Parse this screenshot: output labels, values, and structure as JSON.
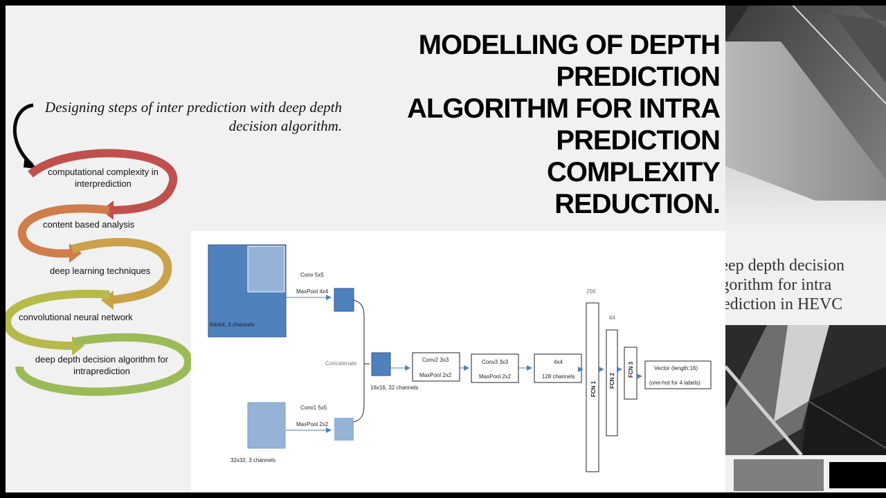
{
  "title": "MODELLING OF DEPTH\nPREDICTION\nALGORITHM FOR INTRA\nPREDICTION\nCOMPLEXITY\nREDUCTION.",
  "subtitle": "Designing steps of inter prediction with deep depth decision algorithm.",
  "caption": "Deep depth decision algorithm for intra prediction in HEVC",
  "steps": [
    {
      "label1": "computational complexity in",
      "label2": "interprediction",
      "color": "#c0504d"
    },
    {
      "label1": "content based analysis",
      "label2": "",
      "color": "#cf7d4a"
    },
    {
      "label1": "deep learning techniques",
      "label2": "",
      "color": "#c9a24a"
    },
    {
      "label1": "convolutional neural network",
      "label2": "",
      "color": "#b7b94b"
    },
    {
      "label1": "deep depth decision algorithm for",
      "label2": "intraprediction",
      "color": "#9bbb59"
    }
  ],
  "diagram": {
    "input1": "64x64, 3 channels",
    "input2": "32x32, 3 channels",
    "conv5": "Conv 5x5",
    "maxpool4": "MaxPool 4x4",
    "conv1": "Conv1 5x5",
    "maxpool2": "MaxPool 2x2",
    "concat": "Concatenate",
    "merged": "16x16, 32 channels",
    "conv2": "Conv2 3x3",
    "conv2pool": "MaxPool 2x2",
    "conv3": "Conv3 3x3",
    "conv3pool": "MaxPool 2x2",
    "fm_size": "4x4",
    "fm_channels": "128 channels",
    "fcn1": "FCN 1",
    "fcn2": "FCN 2",
    "fcn3": "FCN 3",
    "n256": "256",
    "n64": "64",
    "out1": "Vector (length:16)",
    "out2": "(one-hot for 4 labels)"
  },
  "colors": {
    "dark_blue": "#4f81bd",
    "light_blue": "#95b3d7",
    "gray_bar": "#7f7f7f",
    "black_bar": "#000000"
  }
}
